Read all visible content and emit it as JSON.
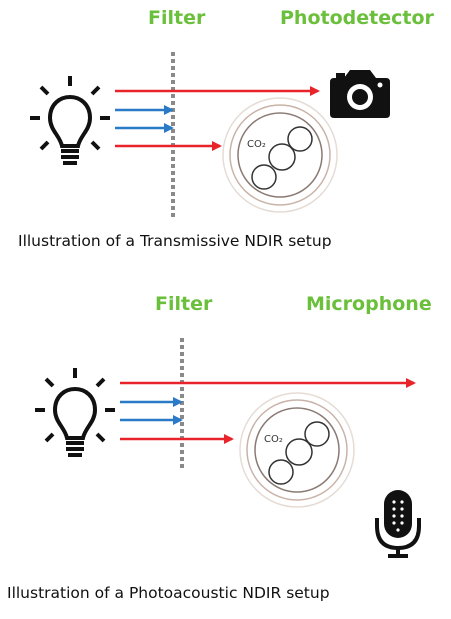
{
  "top": {
    "filter_label": "Filter",
    "detector_label": "Photodetector",
    "caption": "Illustration of a Transmissive NDIR setup",
    "molecule_label": "CO₂",
    "detector_icon": "camera-icon"
  },
  "bottom": {
    "filter_label": "Filter",
    "detector_label": "Microphone",
    "caption": "Illustration of a Photoacoustic NDIR setup",
    "molecule_label": "CO₂",
    "detector_icon": "microphone-icon"
  },
  "colors": {
    "label_green": "#6abf3b",
    "ray_red": "#e8232a",
    "ray_blue": "#2a7ac8",
    "filter_gray": "#8a8a8a"
  },
  "icons": {
    "source": "light-bulb-icon",
    "molecule": "co2-molecule-icon"
  }
}
